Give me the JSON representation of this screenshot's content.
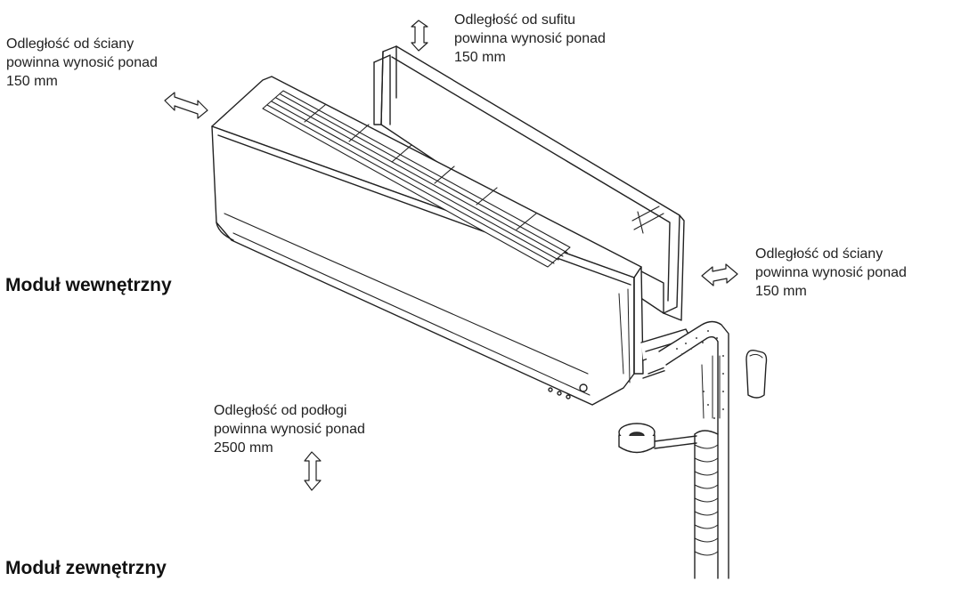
{
  "labels": {
    "wall_left": [
      "Odległość od ściany",
      "powinna wynosić ponad",
      "150 mm"
    ],
    "ceiling": [
      "Odległość od sufitu",
      "powinna wynosić ponad",
      "150 mm"
    ],
    "wall_right": [
      "Odległość od ściany",
      "powinna wynosić ponad",
      "150 mm"
    ],
    "floor": [
      "Odległość od podłogi",
      "powinna wynosić ponad",
      "2500 mm"
    ],
    "indoor_unit": "Moduł wewnętrzny",
    "outdoor_unit": "Moduł zewnętrzny"
  },
  "icons": {
    "clearance_arrow": "double-arrow-icon",
    "remote": "remote-control-icon"
  }
}
